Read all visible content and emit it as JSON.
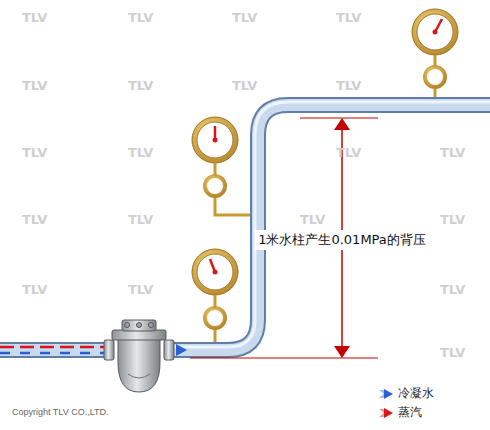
{
  "diagram": {
    "labels": [
      "1米水柱产生0.01MPa的背压",
      "Copyright TLV CO.,LTD.",
      "TLV",
      "TLV",
      "TLV",
      "TLV",
      "TLV",
      "TLV",
      "TLV",
      "TLV",
      "TLV",
      "TLV",
      "TLV",
      "TLV",
      "TLV",
      "TLV",
      "TLV",
      "TLV",
      "TLV",
      "TLV",
      "TLV",
      "TLV"
    ],
    "legend": [
      {
        "text": "冷凝水",
        "color": "#2a5fd8"
      },
      {
        "text": "蒸汽",
        "color": "#d81818"
      }
    ]
  }
}
